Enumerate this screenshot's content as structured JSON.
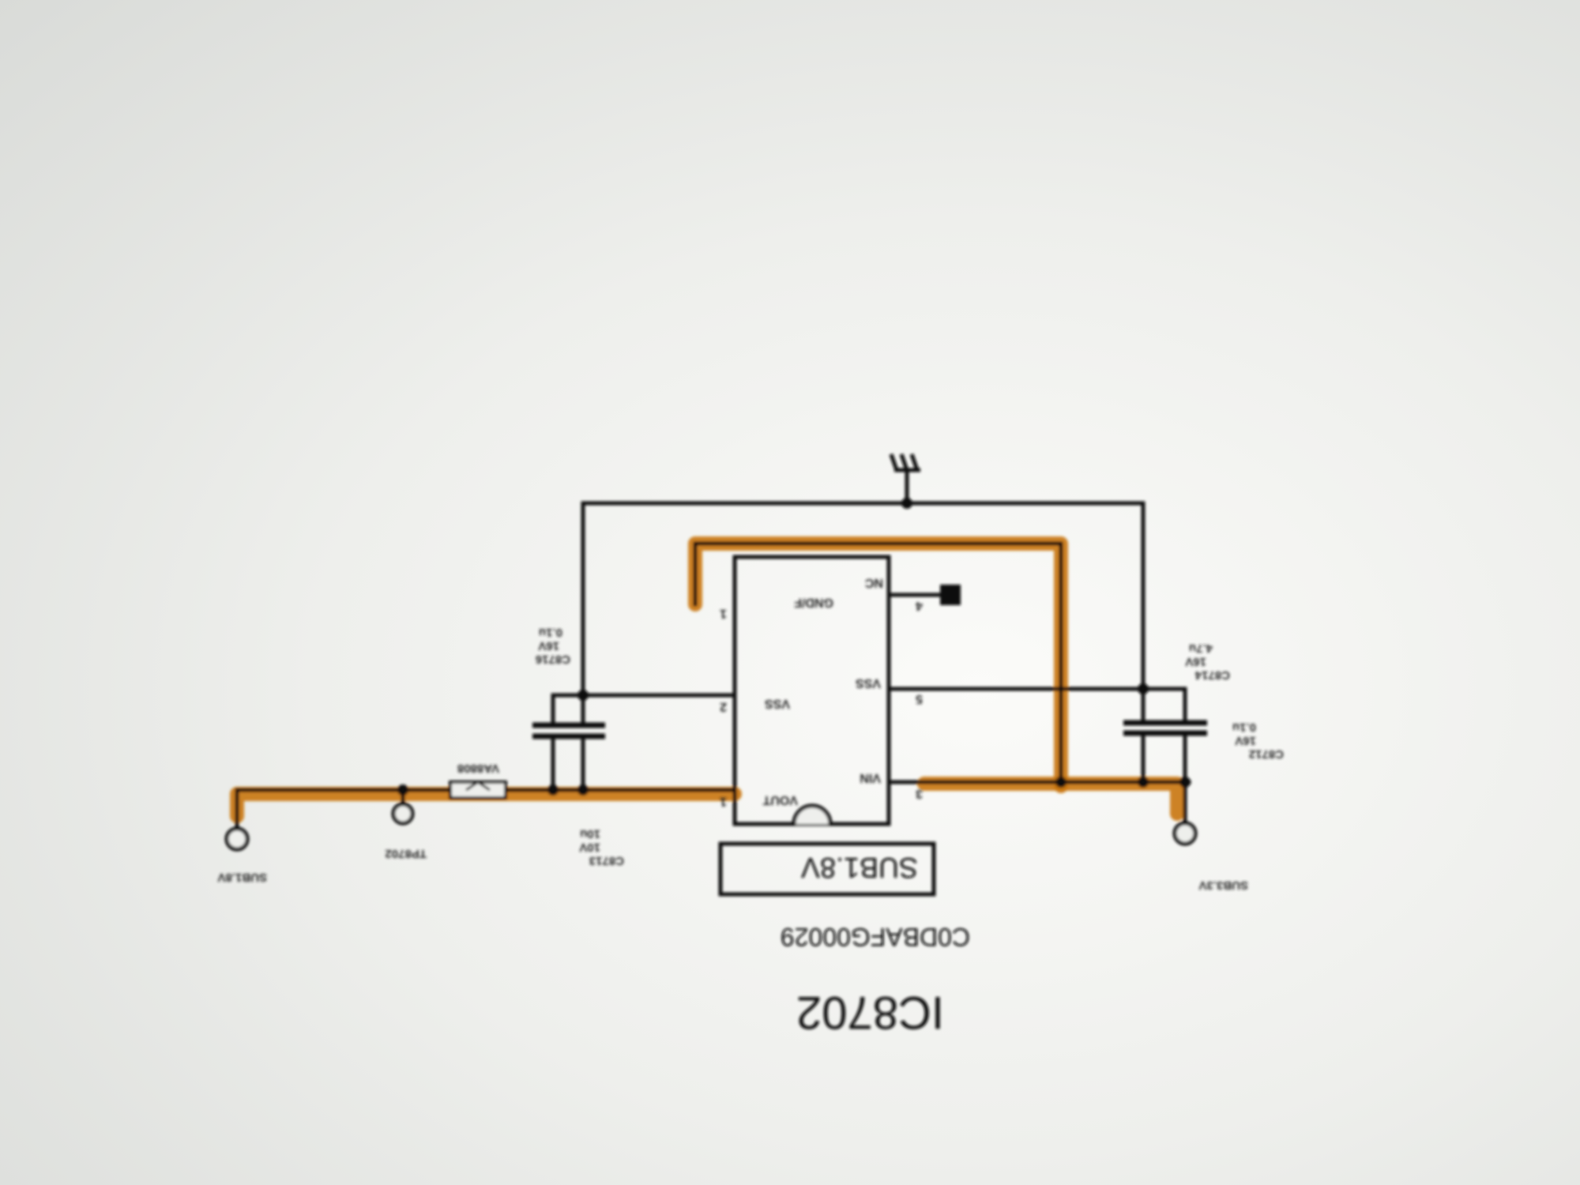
{
  "schematic": {
    "title": "IC8702",
    "part_number": "C0DBAFG00029",
    "value_label": "SUB1.8V",
    "ic_pins": {
      "gnd_pin_name": "GND/F",
      "gnd_pin_num": "1",
      "nc_pin_name": "NC",
      "nc_pin_num": "4",
      "vss_left_name": "VSS",
      "vss_left_num": "2",
      "vss_right_name": "VSS",
      "vss_right_num": "5",
      "vout_name": "VOUT",
      "vout_num": "1",
      "vin_name": "VIN",
      "vin_num": "3"
    },
    "components": {
      "c_left_upper": {
        "ref": "C8716",
        "voltage": "16V",
        "value": "0.1u"
      },
      "c_left_lower": {
        "ref": "C8713",
        "voltage": "10V",
        "value": "10u"
      },
      "c_right_upper": {
        "ref": "C8714",
        "voltage": "16V",
        "value": "4.7u"
      },
      "c_right_lower": {
        "ref": "C8712",
        "voltage": "16V",
        "value": "0.1u"
      },
      "resistor_ref": "VA8808",
      "testpoint_ref": "TP8702",
      "left_net": "SUB1.8V",
      "right_net": "SUB3.3V"
    },
    "colors": {
      "wire": "#111111",
      "highlight_trace": "#c9760f",
      "background": "#eeefec"
    }
  }
}
